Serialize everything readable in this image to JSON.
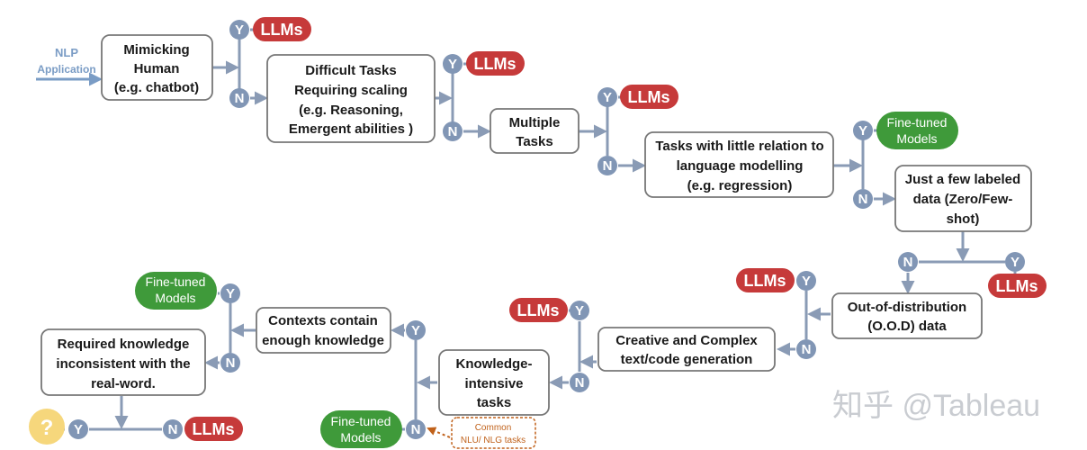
{
  "colors": {
    "line": "#8a9bb5",
    "node": "#8196b5",
    "llm": "#c63a3a",
    "finetuned": "#3f9a3a",
    "start": "#7a9cc5",
    "question": "#f6d77c",
    "common": "#c0611a",
    "watermark": "#c9ccd1"
  },
  "start": {
    "line1": "NLP",
    "line2": "Application"
  },
  "boxes": {
    "mimicking": [
      "Mimicking",
      "Human",
      "(e.g. chatbot)"
    ],
    "difficult": [
      "Difficult Tasks",
      "Requiring  scaling",
      "(e.g. Reasoning,",
      "Emergent abilities )"
    ],
    "multiple": [
      "Multiple",
      "Tasks"
    ],
    "little_relation": [
      "Tasks with little relation to",
      "language modelling",
      "(e.g. regression)"
    ],
    "few_labeled": [
      "Just a few labeled",
      "data (Zero/Few-",
      "shot)"
    ],
    "ood": [
      "Out-of-distribution",
      "(O.O.D) data"
    ],
    "creative": [
      "Creative and Complex",
      "text/code generation"
    ],
    "knowledge_intensive": [
      "Knowledge-",
      "intensive",
      "tasks"
    ],
    "contexts": [
      "Contexts contain",
      "enough knowledge"
    ],
    "required": [
      "Required knowledge",
      "inconsistent with the",
      "real-word."
    ]
  },
  "labels": {
    "yes": "Y",
    "no": "N",
    "llms": "LLMs",
    "finetuned": [
      "Fine-tuned",
      "Models"
    ],
    "question": "?"
  },
  "common_tasks": [
    "Common",
    "NLU/ NLG tasks"
  ],
  "watermark": "知乎 @Tableau"
}
